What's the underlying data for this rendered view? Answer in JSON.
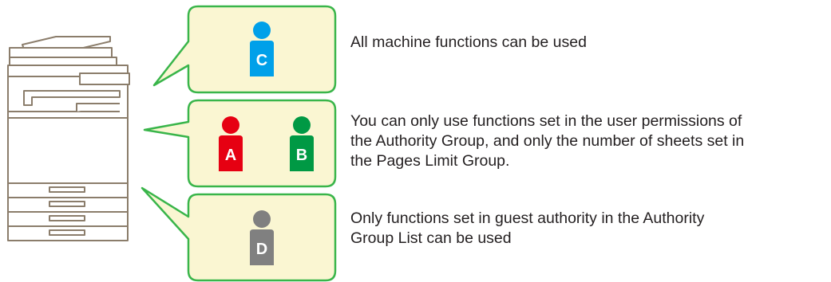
{
  "colors": {
    "bubble_fill": "#faf6d2",
    "bubble_stroke": "#39b54a",
    "machine_stroke": "#8b7d6b",
    "user_c": "#00a0e9",
    "user_a": "#e60012",
    "user_b": "#009944",
    "user_d": "#808080"
  },
  "machine": {
    "icon": "multifunction-printer-icon"
  },
  "groups": [
    {
      "users": [
        {
          "letter": "C",
          "color": "#00a0e9"
        }
      ],
      "description": "All machine functions can be used"
    },
    {
      "users": [
        {
          "letter": "A",
          "color": "#e60012"
        },
        {
          "letter": "B",
          "color": "#009944"
        }
      ],
      "description_lines": [
        "You can only use functions set in the user permissions of",
        "the Authority Group, and only the number of sheets set in",
        "the Pages Limit Group."
      ]
    },
    {
      "users": [
        {
          "letter": "D",
          "color": "#808080"
        }
      ],
      "description_lines": [
        "Only functions set in guest authority in the Authority",
        "Group List can be used"
      ]
    }
  ]
}
